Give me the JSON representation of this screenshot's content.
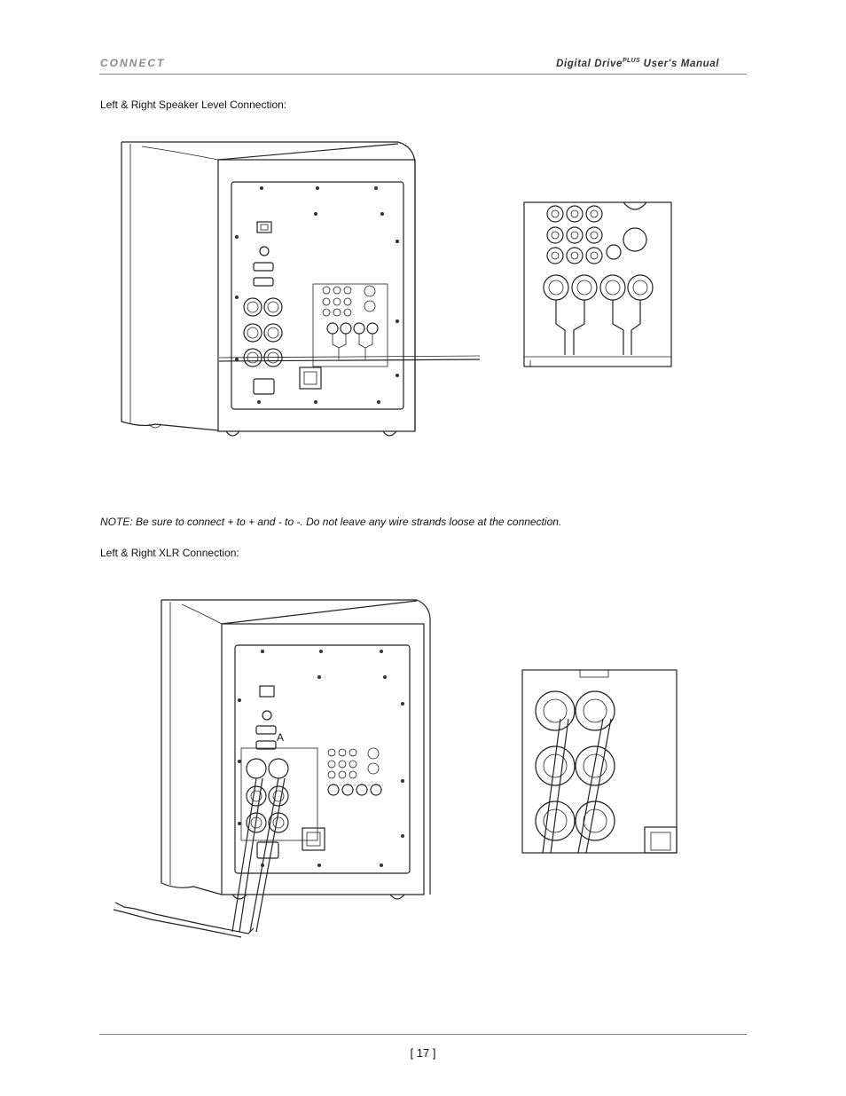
{
  "header": {
    "section": "CONNECT",
    "manual_title": "Digital Drive",
    "manual_title_sup": "PLUS",
    "manual_title_suffix": " User's Manual"
  },
  "sections": {
    "speaker_level_heading": "Left & Right Speaker Level Connection:",
    "note": "NOTE:  Be sure to connect + to + and - to -. Do not leave any wire strands loose at the connection.",
    "xlr_heading": "Left & Right XLR Connection:"
  },
  "figures": {
    "xlr_callout_label": "A"
  },
  "footer": {
    "page_number": "[ 17 ]"
  }
}
